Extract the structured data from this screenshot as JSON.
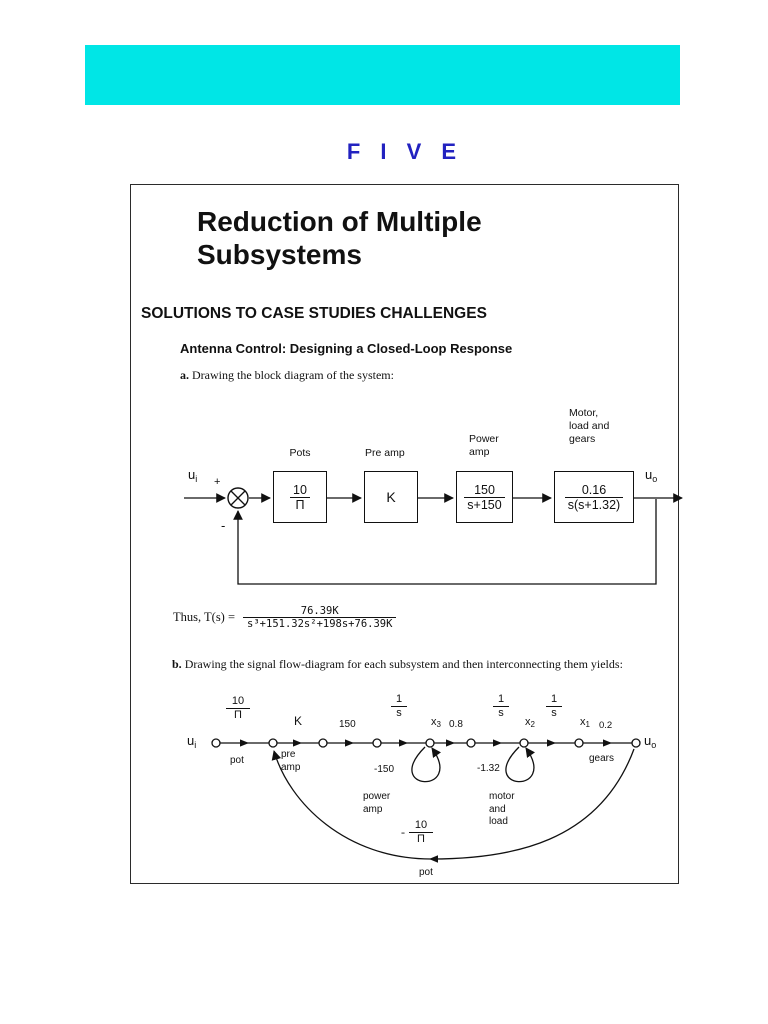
{
  "colors": {
    "banner": "#00e6e6",
    "accent": "#2222c0"
  },
  "header": {
    "chapter": "F I V E"
  },
  "doc": {
    "title_line1": "Reduction of Multiple",
    "title_line2": "Subsystems",
    "section": "SOLUTIONS TO CASE STUDIES CHALLENGES",
    "subsection": "Antenna Control: Designing a Closed-Loop Response",
    "item_a_label": "a.",
    "item_a_text": " Drawing the block diagram of the system:",
    "item_b_label": "b.",
    "item_b_text": " Drawing the signal flow-diagram for each subsystem and then interconnecting them yields:",
    "thus_label": "Thus, T(s) =",
    "tf_num": "76.39K",
    "tf_den": "s³+151.32s²+198s+76.39K"
  },
  "block_diagram": {
    "input_base": "u",
    "input_sub": "i",
    "plus": "+",
    "minus": "-",
    "pots_label": "Pots",
    "pots_num": "10",
    "pots_den": "Π",
    "preamp_label": "Pre amp",
    "preamp_gain": "K",
    "poweramp_label": "Power\namp",
    "poweramp_num": "150",
    "poweramp_den": "s+150",
    "motor_label": "Motor,\nload and\ngears",
    "motor_num": "0.16",
    "motor_den": "s(s+1.32)",
    "output_base": "u",
    "output_sub": "o"
  },
  "signal_flow": {
    "input_base": "u",
    "input_sub": "i",
    "output_base": "u",
    "output_sub": "o",
    "pot_num": "10",
    "pot_den": "Π",
    "pot_label": "pot",
    "preamp_gain": "K",
    "preamp_label": "pre\namp",
    "gain_150": "150",
    "int_num": "1",
    "int_den": "s",
    "x3_base": "x",
    "x3_sub": "3",
    "gain_08": "0.8",
    "x2_base": "x",
    "x2_sub": "2",
    "x1_base": "x",
    "x1_sub": "1",
    "gain_02": "0.2",
    "loop_150": "-150",
    "poweramp_label": "power\namp",
    "loop_132": "-1.32",
    "motor_label": "motor\nand\nload",
    "gears_label": "gears",
    "fb_minus": "-",
    "fb_num": "10",
    "fb_den": "Π",
    "fb_pot_label": "pot"
  }
}
